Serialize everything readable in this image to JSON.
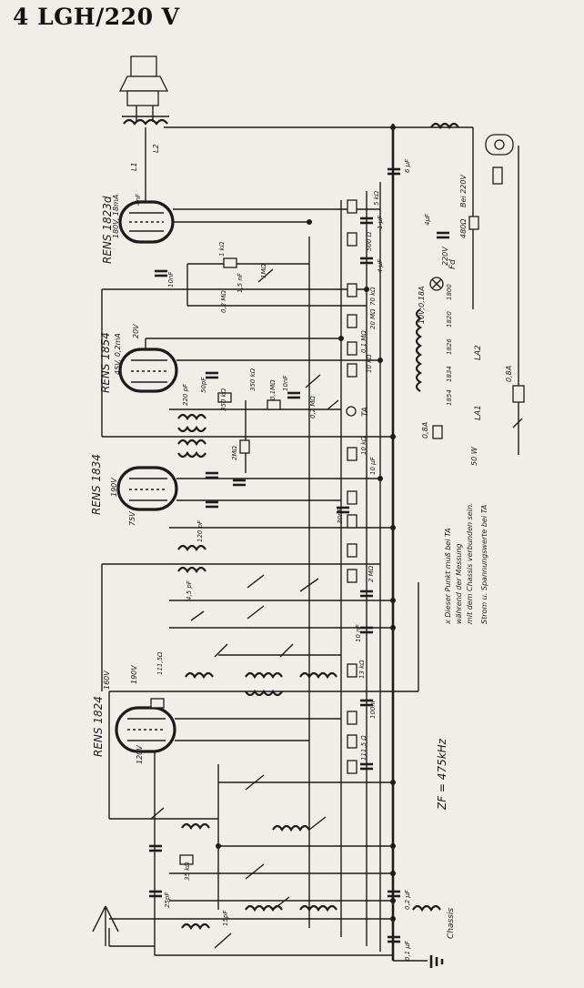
{
  "title": "4 LGH/220 V",
  "tubes": [
    {
      "type": "RENS 1823d",
      "voltage": "180V, 18mA"
    },
    {
      "type": "RENS 1854",
      "voltage": "45V, 0,2mA"
    },
    {
      "type": "RENS 1834",
      "voltage": "190V"
    },
    {
      "type": "RENS 1824",
      "voltage": "160V"
    }
  ],
  "labels": {
    "if_freq": "ZF = 475kHz",
    "chassis": "Chassis",
    "la1": "LA1",
    "la2": "LA2",
    "ta": "TA",
    "fuse_08a": "0,8A",
    "fuse_08a_2": "0,8A",
    "bei_220v": "Bei 220V",
    "r_480": "480Ω",
    "lamp": "10V;0,18A",
    "r_fd": "Fd",
    "power": "50 W",
    "v_20": "20V",
    "v_75": "75V",
    "v_120": "120V",
    "v_190": "190V",
    "v_220": "220V",
    "l_1": "L1",
    "l_2": "L2"
  },
  "note_lines": [
    "x Dieser Punkt muß bei TA",
    "während der Messung",
    "mit dem Chassis verbunden sein.",
    "Strom u. Spannungswerte bei TA"
  ],
  "component_labels": [
    "4nF",
    "10nF",
    "1 kΩ",
    "1MΩ",
    "0,2 MΩ",
    "1,5 nF",
    "5 kΩ",
    "1 μF",
    "500 Ω",
    "4 μF",
    "6 μF",
    "4μF",
    "70 kΩ",
    "20 MΩ",
    "0,1 MΩ",
    "10 kΩ",
    "50pF",
    "220 pF",
    "350 kΩ",
    "350 kΩ",
    "0,1MΩ",
    "10nF",
    "0,2 MΩ",
    "2MΩ",
    "10 μF",
    "10 kΩ",
    "2 MΩ",
    "30nF",
    "120 pF",
    "4,5 pF",
    "111,5Ω",
    "13 kΩ",
    "100nF",
    "10 nF",
    "111,5 Ω",
    "35 kΩ",
    "25pF",
    "15pF",
    "0,2 μF",
    "0,1 μF",
    "1800",
    "1820",
    "1826",
    "1834",
    "1854"
  ]
}
